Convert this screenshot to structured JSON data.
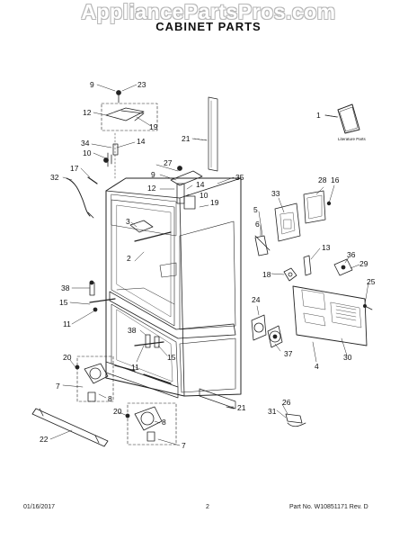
{
  "watermark": "AppliancePartsPros.com",
  "title": "CABINET PARTS",
  "literature_label": "Literature Parts",
  "footer": {
    "date": "01/16/2017",
    "page": "2",
    "part_no": "Part No. W10851171  Rev. D"
  },
  "callouts": [
    {
      "id": "c9a",
      "text": "9"
    },
    {
      "id": "c23",
      "text": "23"
    },
    {
      "id": "c12a",
      "text": "12"
    },
    {
      "id": "c19a",
      "text": "19"
    },
    {
      "id": "c21a",
      "text": "21"
    },
    {
      "id": "c1",
      "text": "1"
    },
    {
      "id": "c34",
      "text": "34"
    },
    {
      "id": "c14a",
      "text": "14"
    },
    {
      "id": "c10a",
      "text": "10"
    },
    {
      "id": "c27",
      "text": "27"
    },
    {
      "id": "c9b",
      "text": "9"
    },
    {
      "id": "c35",
      "text": "35"
    },
    {
      "id": "c32",
      "text": "32"
    },
    {
      "id": "c17",
      "text": "17"
    },
    {
      "id": "c12b",
      "text": "12"
    },
    {
      "id": "c14b",
      "text": "14"
    },
    {
      "id": "c10b",
      "text": "10"
    },
    {
      "id": "c19b",
      "text": "19"
    },
    {
      "id": "c28",
      "text": "28"
    },
    {
      "id": "c16",
      "text": "16"
    },
    {
      "id": "c33",
      "text": "33"
    },
    {
      "id": "c5",
      "text": "5"
    },
    {
      "id": "c3",
      "text": "3"
    },
    {
      "id": "c6",
      "text": "6"
    },
    {
      "id": "c2",
      "text": "2"
    },
    {
      "id": "c13",
      "text": "13"
    },
    {
      "id": "c36",
      "text": "36"
    },
    {
      "id": "c29",
      "text": "29"
    },
    {
      "id": "c18",
      "text": "18"
    },
    {
      "id": "c38a",
      "text": "38"
    },
    {
      "id": "c15a",
      "text": "15"
    },
    {
      "id": "c25",
      "text": "25"
    },
    {
      "id": "c24",
      "text": "24"
    },
    {
      "id": "c11a",
      "text": "11"
    },
    {
      "id": "c38b",
      "text": "38"
    },
    {
      "id": "c37",
      "text": "37"
    },
    {
      "id": "c15b",
      "text": "15"
    },
    {
      "id": "c4",
      "text": "4"
    },
    {
      "id": "c30",
      "text": "30"
    },
    {
      "id": "c20a",
      "text": "20"
    },
    {
      "id": "c11b",
      "text": "11"
    },
    {
      "id": "c7a",
      "text": "7"
    },
    {
      "id": "c8a",
      "text": "8"
    },
    {
      "id": "c21b",
      "text": "21"
    },
    {
      "id": "c26",
      "text": "26"
    },
    {
      "id": "c20b",
      "text": "20"
    },
    {
      "id": "c31",
      "text": "31"
    },
    {
      "id": "c8b",
      "text": "8"
    },
    {
      "id": "c22",
      "text": "22"
    },
    {
      "id": "c7b",
      "text": "7"
    }
  ]
}
